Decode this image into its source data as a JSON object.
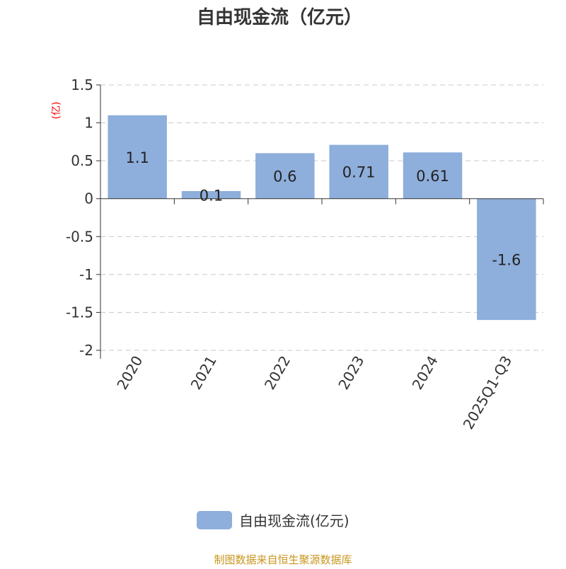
{
  "chart_data": {
    "type": "bar",
    "title": "自由现金流（亿元）",
    "ylabel": "(亿)",
    "xlabel": "",
    "categories": [
      "2020",
      "2021",
      "2022",
      "2023",
      "2024",
      "2025Q1-Q3"
    ],
    "series": [
      {
        "name": "自由现金流(亿元)",
        "values": [
          1.1,
          0.1,
          0.6,
          0.71,
          0.61,
          -1.6
        ],
        "labels": [
          "1.1",
          "0.1",
          "0.6",
          "0.71",
          "0.61",
          "-1.6"
        ]
      }
    ],
    "ylim": [
      -2,
      1.5
    ],
    "yticks": [
      1.5,
      1,
      0.5,
      0,
      -0.5,
      -1,
      -1.5,
      -2
    ],
    "ytick_labels": [
      "1.5",
      "1",
      "0.5",
      "0",
      "-0.5",
      "-1",
      "-1.5",
      "-2"
    ],
    "grid": true,
    "legend": "bottom",
    "colors": {
      "bar": "#8eaedb",
      "ylabel": "#ff0000",
      "source": "#c8961e"
    }
  },
  "source": "制图数据来自恒生聚源数据库"
}
